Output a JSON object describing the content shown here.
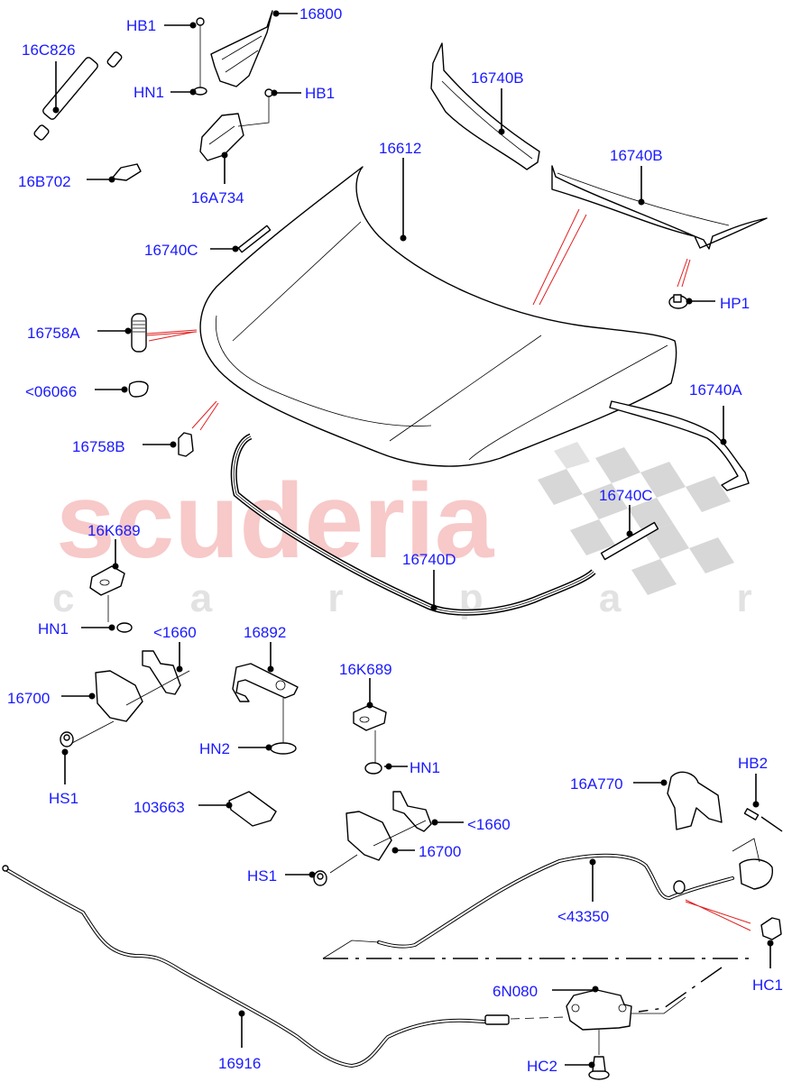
{
  "diagram": {
    "title": "Bonnet (hood) and hinges exploded parts diagram",
    "label_color": "#1a1aff",
    "leader_color": "#000000",
    "reference_line_color": "#e02020"
  },
  "watermark": {
    "brand": "scuderia",
    "subtitle": "c a r   p a r t s",
    "brand_color": "#f7c9c9",
    "subtitle_color": "#d9d9d9",
    "checker_color": "#d4d4d4"
  },
  "callouts": {
    "hb1_top": "HB1",
    "p16800": "16800",
    "p16c826": "16C826",
    "hn1_top": "HN1",
    "hb1_mid": "HB1",
    "p16b702": "16B702",
    "p16a734": "16A734",
    "p16740b_left": "16740B",
    "p16612": "16612",
    "p16740b_right": "16740B",
    "p16740c_top": "16740C",
    "hp1": "HP1",
    "p16758a": "16758A",
    "p06066": "<06066",
    "p16740a": "16740A",
    "p16758b": "16758B",
    "p16740c_right": "16740C",
    "p16k689_left": "16K689",
    "p16740d": "16740D",
    "hn1_left": "HN1",
    "p1660_left": "<1660",
    "p16892": "16892",
    "p16700_left": "16700",
    "p16k689_mid": "16K689",
    "hn2": "HN2",
    "hn1_mid": "HN1",
    "hs1_left": "HS1",
    "p16a770": "16A770",
    "hb2": "HB2",
    "p103663": "103663",
    "p1660_right": "<1660",
    "p16700_right": "16700",
    "hs1_right": "HS1",
    "p43350": "<43350",
    "hc1": "HC1",
    "p6n080": "6N080",
    "p16916": "16916",
    "hc2": "HC2"
  }
}
